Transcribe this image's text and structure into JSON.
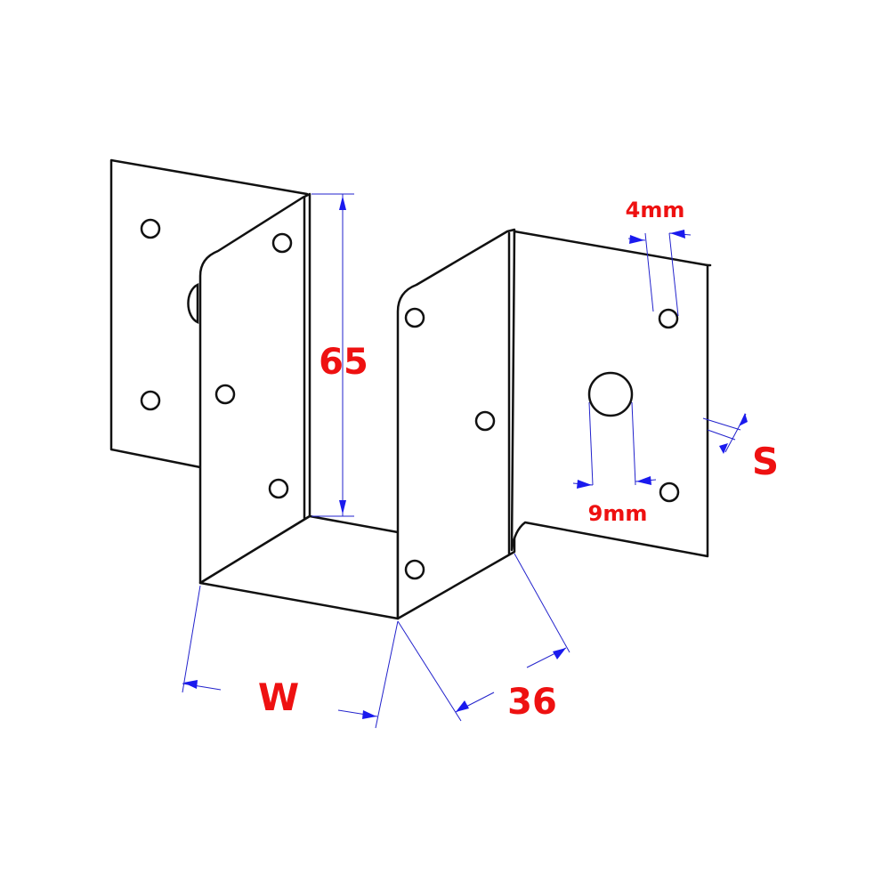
{
  "diagram": {
    "labels": {
      "height": "65",
      "width": "W",
      "depth": "36",
      "thickness": "S",
      "slot_width": "4mm",
      "hole_diameter": "9mm"
    },
    "colors": {
      "outline": "#111111",
      "dimension_line": "#2222cc",
      "arrow": "#1a1aee",
      "label": "#ee1111"
    }
  }
}
